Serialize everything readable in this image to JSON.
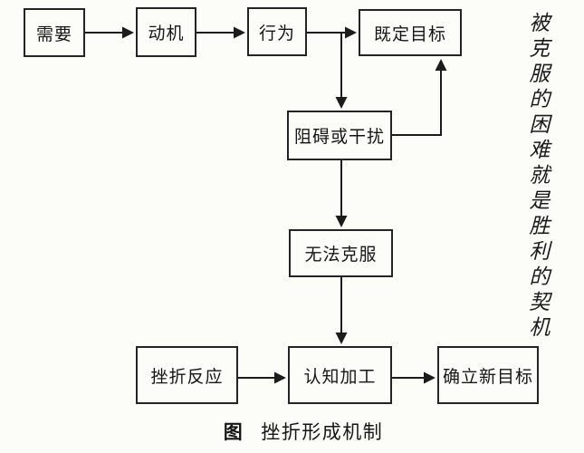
{
  "diagram": {
    "caption": {
      "prefix": "图",
      "title": "挫折形成机制"
    },
    "nodes": {
      "need": "需要",
      "motivation": "动机",
      "behavior": "行为",
      "established_goal": "既定目标",
      "obstacle": "阻碍或干扰",
      "cannot_overcome": "无法克服",
      "frustration_response": "挫折反应",
      "cognitive_processing": "认知加工",
      "new_goal": "确立新目标"
    },
    "edges": [
      {
        "from": "need",
        "to": "motivation"
      },
      {
        "from": "motivation",
        "to": "behavior"
      },
      {
        "from": "behavior",
        "to": "established_goal"
      },
      {
        "from": "behavior",
        "to": "obstacle"
      },
      {
        "from": "obstacle",
        "to": "established_goal"
      },
      {
        "from": "obstacle",
        "to": "cannot_overcome"
      },
      {
        "from": "cannot_overcome",
        "to": "cognitive_processing"
      },
      {
        "from": "frustration_response",
        "to": "cognitive_processing"
      },
      {
        "from": "cognitive_processing",
        "to": "new_goal"
      }
    ]
  },
  "side_note": {
    "text": "被克服的困难就是胜利的契机"
  },
  "colors": {
    "ink": "#1c1c1c",
    "paper": "#fcfcf9"
  }
}
